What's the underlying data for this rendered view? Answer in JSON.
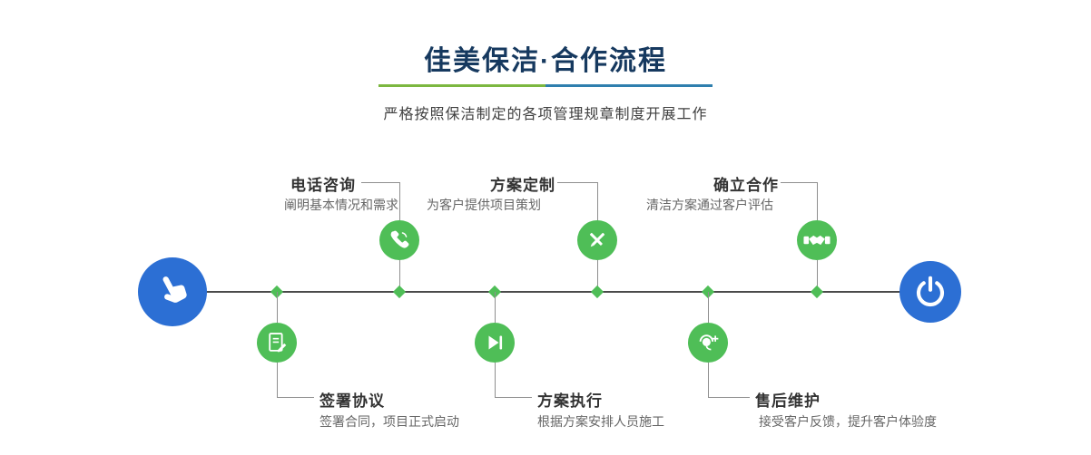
{
  "header": {
    "title": "佳美保洁·合作流程",
    "subtitle": "严格按照保洁制定的各项管理规章制度开展工作"
  },
  "colors": {
    "primary_blue": "#2c6fd4",
    "step_green": "#4fbe57",
    "divider_green": "#7cb740",
    "divider_blue": "#2f7fae",
    "timeline_line": "#4a4a4a",
    "title_navy": "#16395f"
  },
  "timeline": {
    "start_icon": "hand-pointer-icon",
    "end_icon": "power-icon",
    "steps_top": [
      {
        "title": "电话咨询",
        "desc": "阐明基本情况和需求",
        "icon": "phone-icon"
      },
      {
        "title": "方案定制",
        "desc": "为客户提供项目策划",
        "icon": "pencil-ruler-icon"
      },
      {
        "title": "确立合作",
        "desc": "清洁方案通过客户评估",
        "icon": "handshake-icon"
      }
    ],
    "steps_bottom": [
      {
        "title": "签署协议",
        "desc": "签署合同，项目正式启动",
        "icon": "document-edit-icon"
      },
      {
        "title": "方案执行",
        "desc": "根据方案安排人员施工",
        "icon": "play-forward-icon"
      },
      {
        "title": "售后维护",
        "desc": "接受客户反馈，提升客户体验度",
        "icon": "headset-support-icon"
      }
    ]
  }
}
